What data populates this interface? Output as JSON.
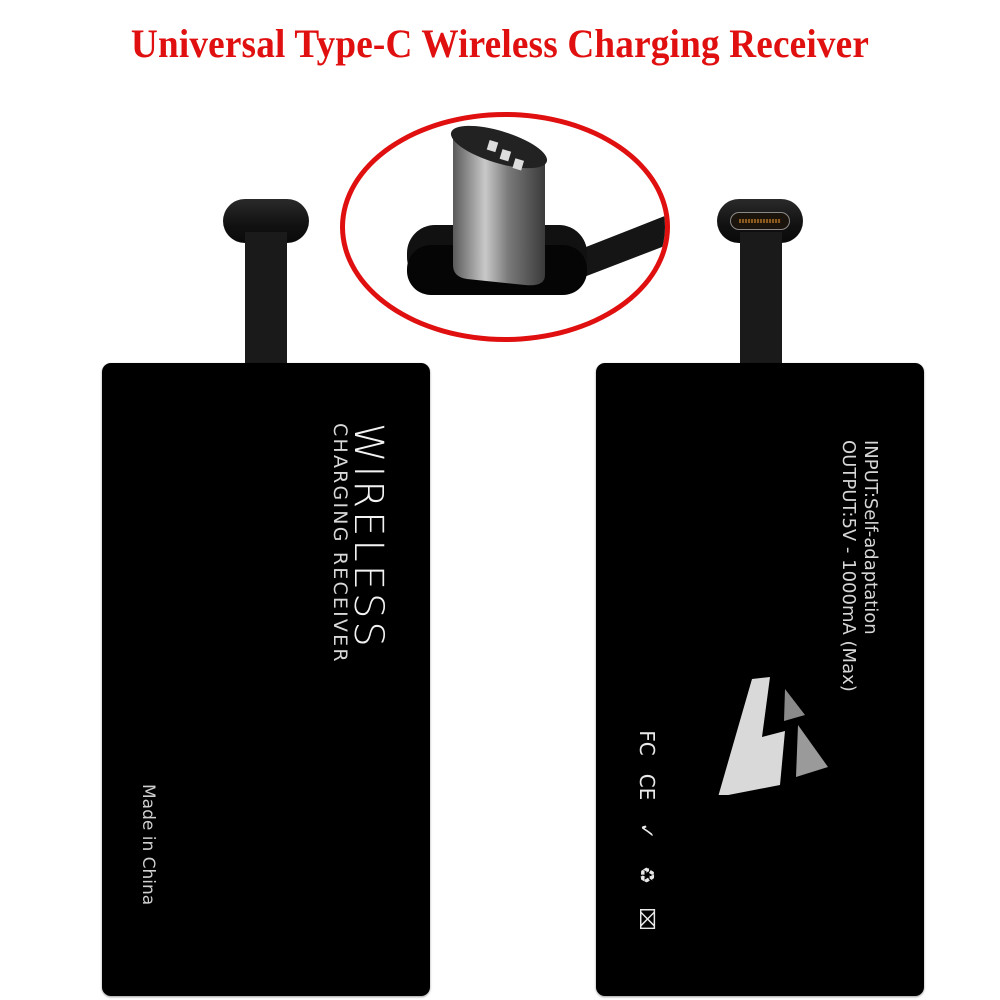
{
  "title": "Universal Type-C Wireless Charging Receiver",
  "colors": {
    "title": "#e01010",
    "card": "#000000",
    "ring": "#e01010",
    "text": "#eaeaea"
  },
  "left_card": {
    "headline": "WIRELESS",
    "subline": "CHARGING RECEIVER",
    "origin": "Made in China"
  },
  "right_card": {
    "input_spec": "INPUT:Self-adaptation",
    "output_spec": "OUTPUT:5V - 1000mA (Max)",
    "logo": "lightning-bolt-logo",
    "certifications": [
      {
        "name": "fc-mark-icon",
        "glyph": "FC"
      },
      {
        "name": "ce-mark-icon",
        "glyph": "CE"
      },
      {
        "name": "rcm-mark-icon",
        "glyph": "✓"
      },
      {
        "name": "recycle-icon",
        "glyph": "♻"
      },
      {
        "name": "weee-bin-icon",
        "glyph": "⌧"
      }
    ]
  },
  "callout": {
    "subject": "usb-type-c-plug-closeup"
  }
}
